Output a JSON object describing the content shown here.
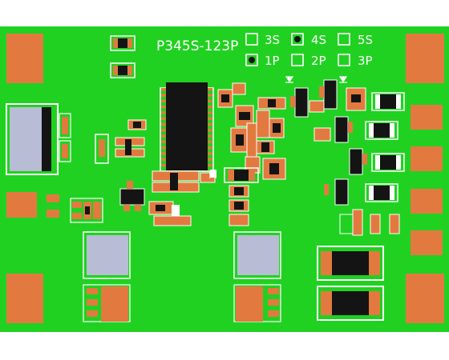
{
  "board": {
    "title": "P345S-123P",
    "colors": {
      "pcb": "#21d121",
      "pad": "#e27a3f",
      "silk": "#ffffff",
      "ic": "#141414",
      "metal": "#b8bcd4",
      "bg": "#ffffff"
    }
  },
  "options": {
    "series": [
      {
        "label": "3S",
        "filled": false
      },
      {
        "label": "4S",
        "filled": true
      },
      {
        "label": "5S",
        "filled": false
      }
    ],
    "parallel": [
      {
        "label": "1P",
        "filled": true
      },
      {
        "label": "2P",
        "filled": false
      },
      {
        "label": "3P",
        "filled": false
      }
    ]
  }
}
